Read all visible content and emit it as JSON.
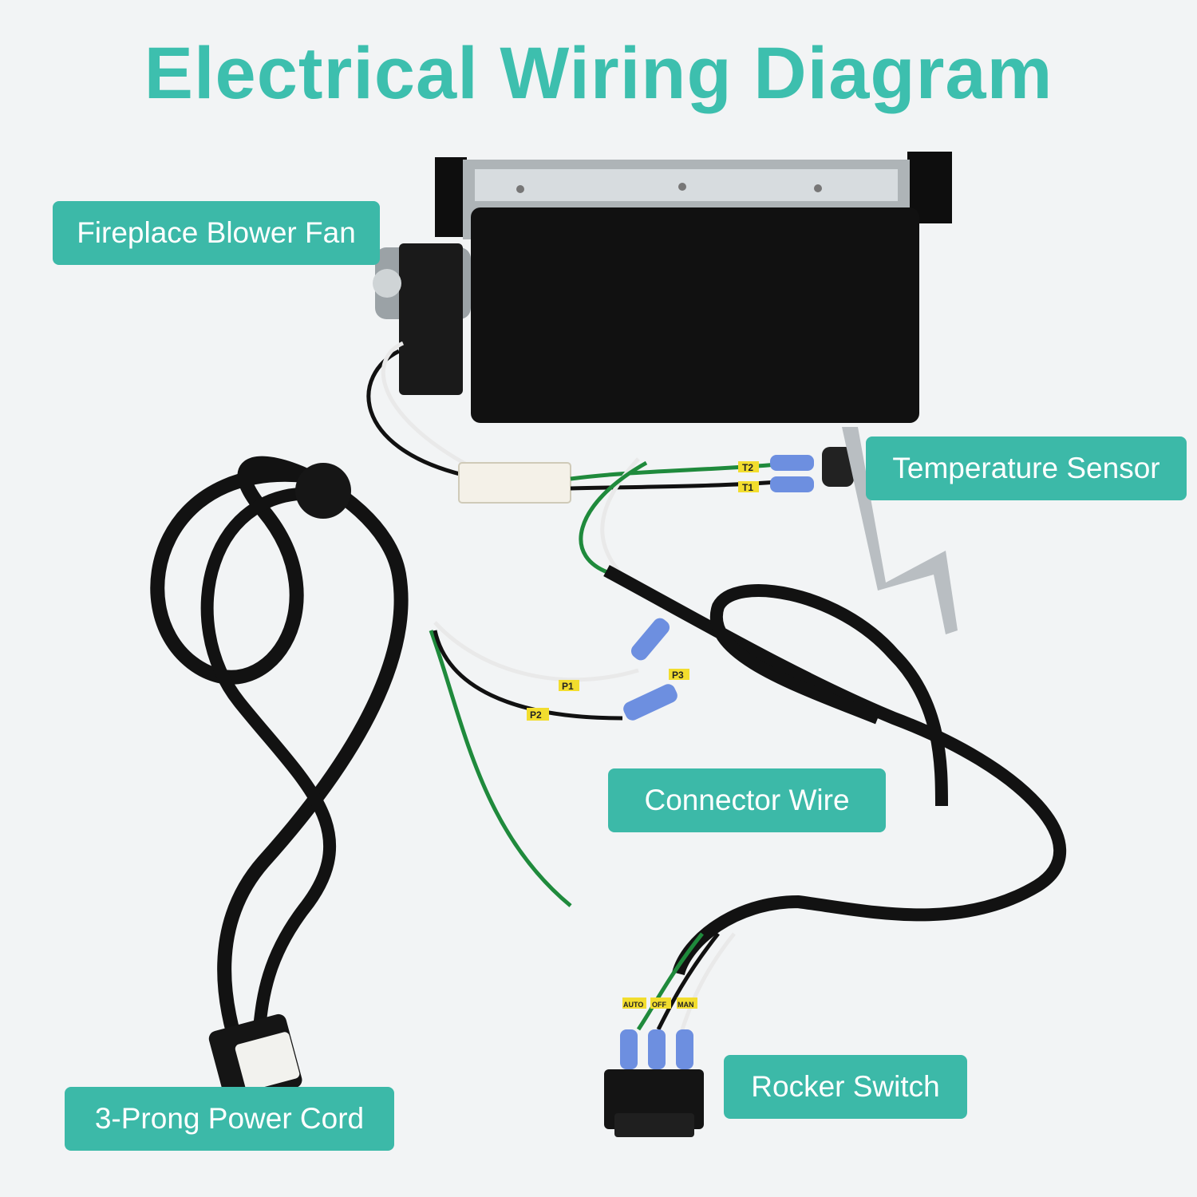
{
  "title": "Electrical Wiring Diagram",
  "labels": {
    "fan": "Fireplace Blower Fan",
    "sensor": "Temperature Sensor",
    "connector": "Connector Wire",
    "rocker": "Rocker Switch",
    "cord": "3-Prong Power Cord"
  },
  "wire_tags": {
    "t1": "T1",
    "t2": "T2",
    "p1": "P1",
    "p2": "P2",
    "p3": "P3",
    "auto": "AUTO",
    "off": "OFF",
    "man": "MAN"
  },
  "colors": {
    "accent": "#3dbfae",
    "label_bg": "#3cb9a8",
    "blower_body": "#111111",
    "cord": "#121212",
    "connector_blue": "#6d8fe0",
    "wire_green": "#1f8a3c",
    "tag_yellow": "#f2dd2e",
    "sensor_bracket": "#b9bec2"
  }
}
